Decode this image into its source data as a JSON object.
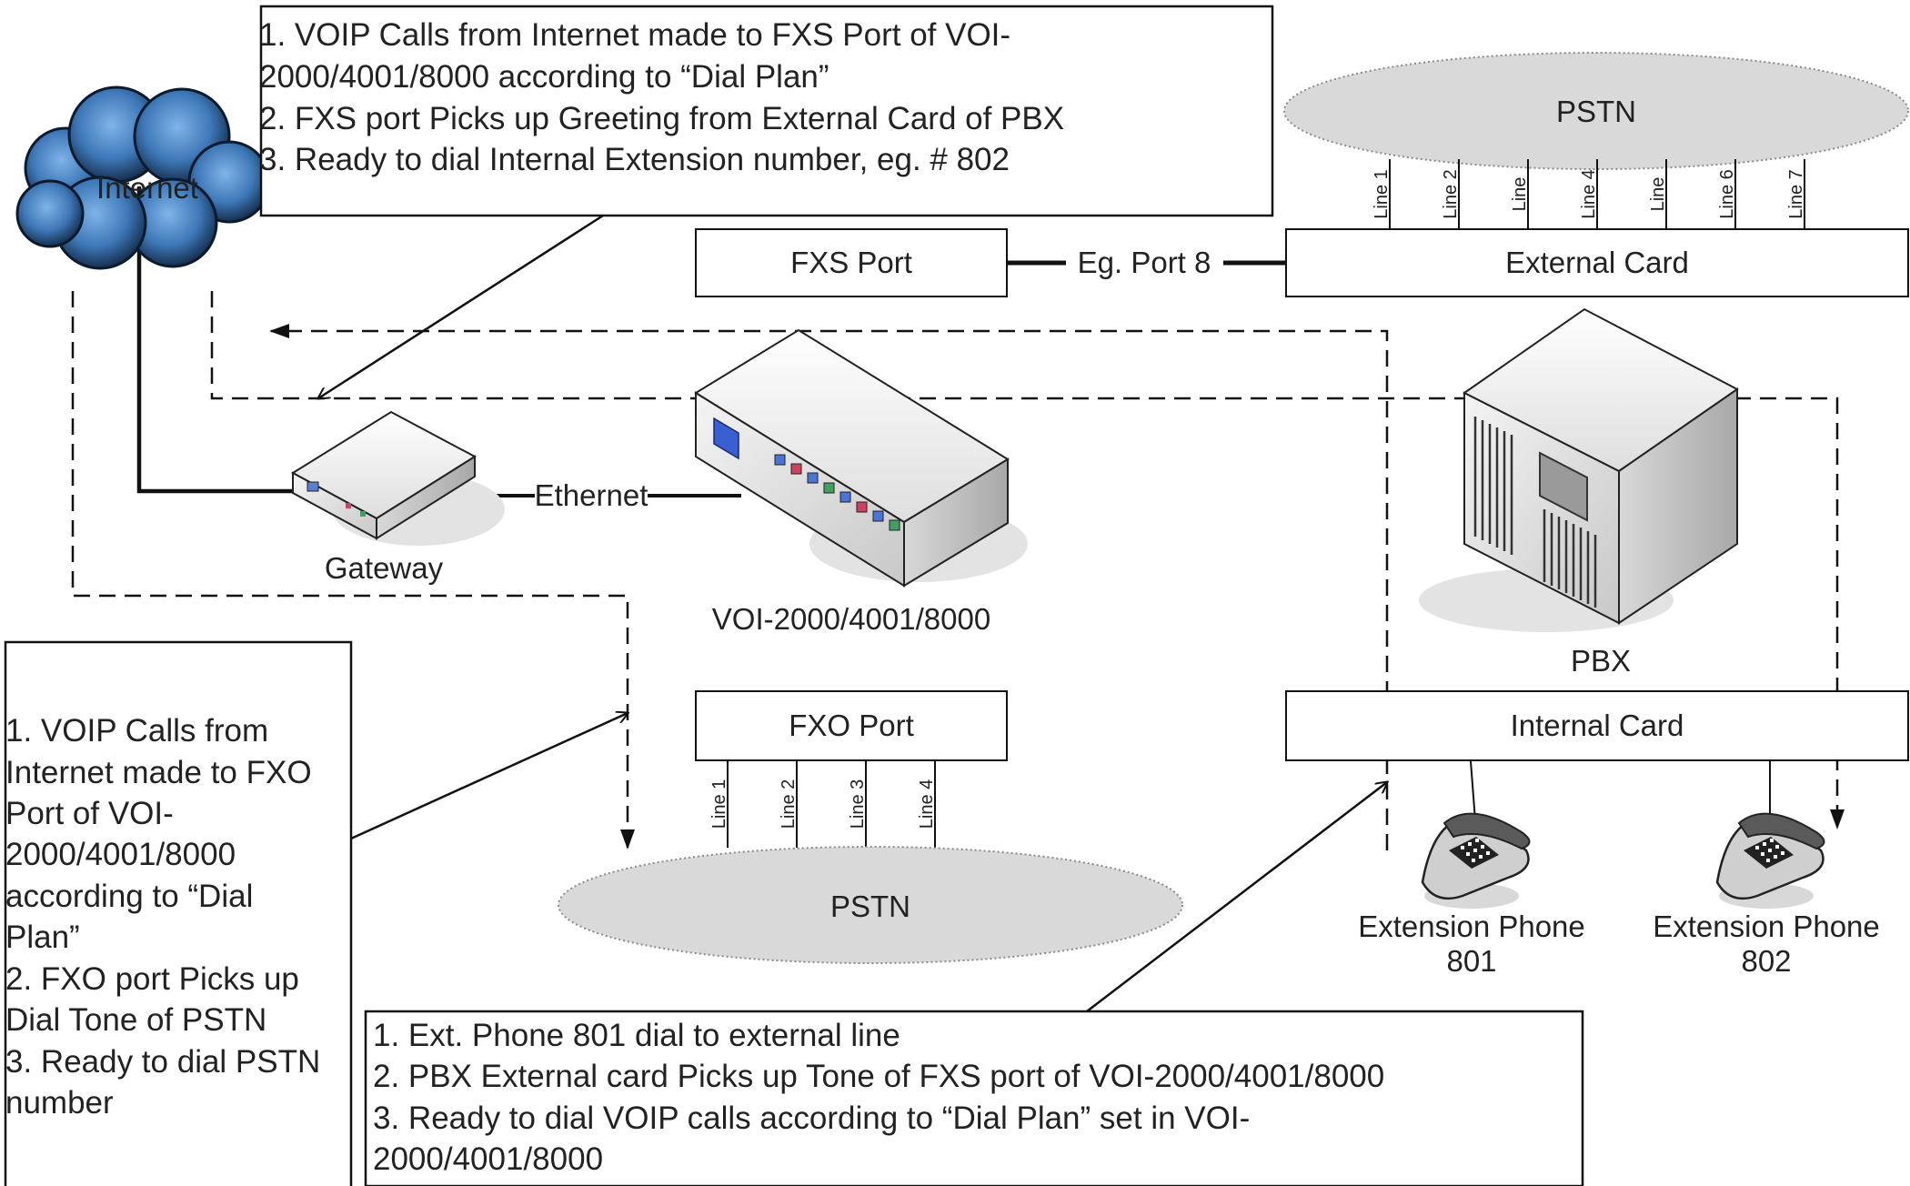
{
  "notes": {
    "top": [
      "1. VOIP Calls from Internet made to FXS Port of VOI-",
      "2000/4001/8000 according to “Dial Plan”",
      "2. FXS port Picks up Greeting from External Card of PBX",
      "3. Ready to dial Internal Extension number, eg. # 802"
    ],
    "left": [
      "1. VOIP Calls from",
      "Internet made to FXO",
      "Port of VOI-",
      "2000/4001/8000",
      "according to “Dial",
      "Plan”",
      "2. FXO port Picks up",
      "Dial Tone of PSTN",
      "3. Ready to dial PSTN",
      "number"
    ],
    "bottom": [
      "1. Ext. Phone 801 dial to external line",
      "2. PBX External card Picks up Tone of FXS port of VOI-2000/4001/8000",
      "3. Ready to dial VOIP calls according to “Dial Plan” set in VOI-",
      "2000/4001/8000"
    ]
  },
  "labels": {
    "internet": "Internet",
    "gateway": "Gateway",
    "ethernet": "Ethernet",
    "voip_device": "VOI-2000/4001/8000",
    "pbx": "PBX",
    "fxs_port": "FXS Port",
    "fxo_port": "FXO Port",
    "external_card": "External Card",
    "internal_card": "Internal Card",
    "eg_port": "Eg. Port 8",
    "pstn_top": "PSTN",
    "pstn_bottom": "PSTN",
    "ext_phone_801": [
      "Extension Phone",
      "801"
    ],
    "ext_phone_802": [
      "Extension Phone",
      "802"
    ]
  },
  "pstn_top_lines": [
    "Line 1",
    "Line 2",
    "Line",
    "Line 4",
    "Line",
    "Line 6",
    "Line 7"
  ],
  "pstn_bottom_lines": [
    "Line 1",
    "Line 2",
    "Line 3",
    "Line 4"
  ],
  "colors": {
    "pstn_fill": "#d9d9d9",
    "cloud_blue": "#3f7fbf",
    "device_panel": "#3a5fd0",
    "line_color": "#111111"
  }
}
